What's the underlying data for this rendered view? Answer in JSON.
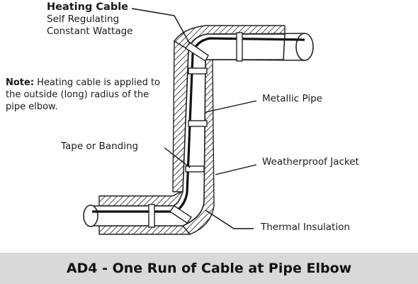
{
  "heating_cable": {
    "title": "Heating Cable",
    "line1": "Self Regulating",
    "line2": "Constant Wattage"
  },
  "note": {
    "label": "Note:",
    "text": "Heating cable is applied to the outside (long) radius of the pipe elbow."
  },
  "callouts": {
    "metallic_pipe": "Metallic Pipe",
    "tape_or_banding": "Tape or Banding",
    "weatherproof_jacket": "Weatherproof Jacket",
    "thermal_insulation": "Thermal Insulation"
  },
  "caption": "AD4 - One Run of Cable at Pipe Elbow"
}
